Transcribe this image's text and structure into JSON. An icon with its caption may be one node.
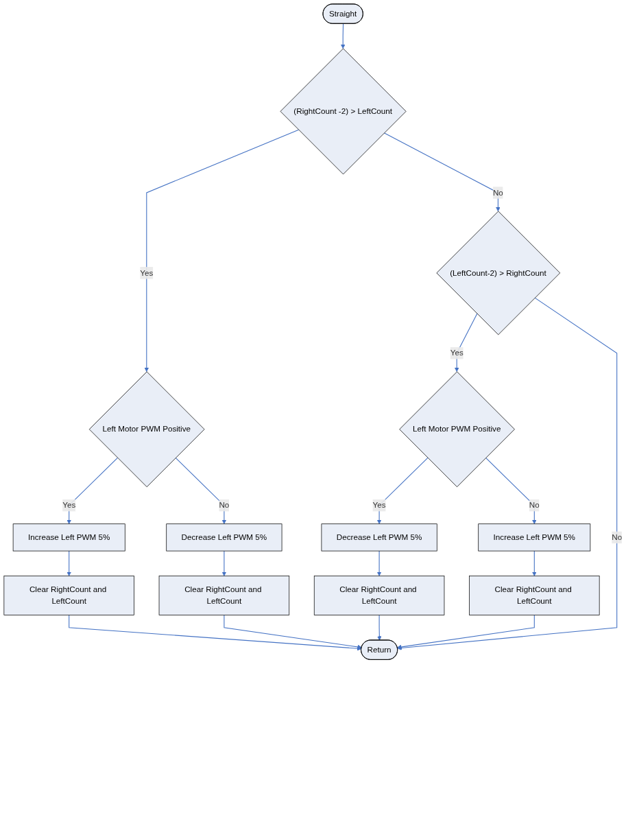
{
  "diagram": {
    "nodes": [
      {
        "text": [
          "Straight"
        ]
      },
      {
        "text": [
          "(RightCount -2) > LeftCount"
        ]
      },
      {
        "text": [
          "Left Motor PWM Positive"
        ]
      },
      {
        "text": [
          "Increase Left PWM 5%"
        ]
      },
      {
        "text": [
          "Clear RightCount and LeftCount"
        ]
      },
      {
        "text": [
          "Decrease Left PWM 5%"
        ]
      },
      {
        "text": [
          "Clear RightCount and LeftCount"
        ]
      },
      {
        "text": [
          "(LeftCount-2) > RightCount"
        ]
      },
      {
        "text": [
          "Left Motor PWM Positive"
        ]
      },
      {
        "text": [
          "Decrease Left PWM 5%"
        ]
      },
      {
        "text": [
          "Clear RightCount and LeftCount"
        ]
      },
      {
        "text": [
          "Increase Left PWM 5%"
        ]
      },
      {
        "text": [
          "Clear RightCount and LeftCount"
        ]
      },
      {
        "text": [
          "Return"
        ]
      }
    ],
    "edges": [
      {
        "from": 0,
        "to": 1,
        "arrow": "to"
      },
      {
        "from": 1,
        "to": 2,
        "arrow": "to",
        "label": "Yes"
      },
      {
        "from": 2,
        "to": 3,
        "arrow": "to",
        "label": "Yes"
      },
      {
        "from": 3,
        "to": 4,
        "arrow": "to"
      },
      {
        "from": 2,
        "to": 5,
        "arrow": "to",
        "label": "No"
      },
      {
        "from": 5,
        "to": 6,
        "arrow": "to"
      },
      {
        "from": 1,
        "to": 7,
        "arrow": "to",
        "label": "No"
      },
      {
        "from": 7,
        "to": 8,
        "arrow": "to",
        "label": "Yes"
      },
      {
        "from": 8,
        "to": 9,
        "arrow": "to",
        "label": "Yes"
      },
      {
        "from": 9,
        "to": 10,
        "arrow": "to"
      },
      {
        "from": 8,
        "to": 11,
        "arrow": "to",
        "label": "No"
      },
      {
        "from": 11,
        "to": 12,
        "arrow": "to"
      },
      {
        "from": 4,
        "to": 13,
        "arrow": "to"
      },
      {
        "from": 6,
        "to": 13,
        "arrow": "to"
      },
      {
        "from": 10,
        "to": 13,
        "arrow": "to"
      },
      {
        "from": 12,
        "to": 13,
        "arrow": "to"
      },
      {
        "from": 7,
        "to": 13,
        "arrow": "to",
        "label": "No"
      }
    ]
  }
}
